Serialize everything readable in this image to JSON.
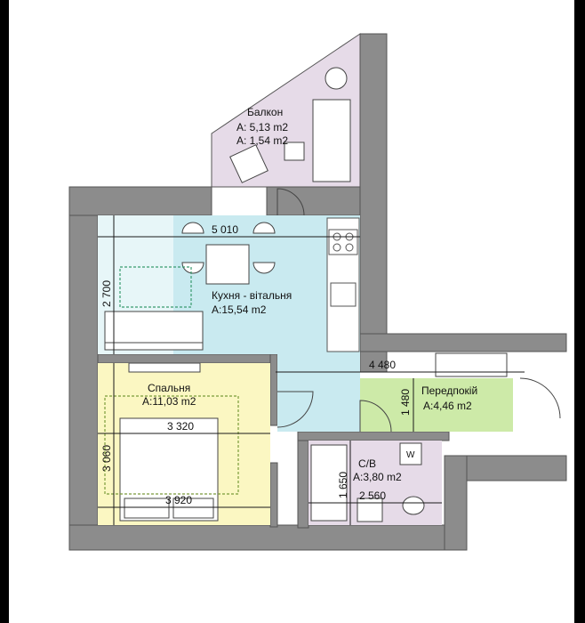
{
  "colors": {
    "wall": "#8c8c8c",
    "wall_stroke": "#555555",
    "balcony": "#e6dbe8",
    "kitchen": "#c9eaf0",
    "bedroom": "#fbf7c2",
    "hall": "#cdeaa8",
    "bath": "#e6dbe8",
    "floor": "#ffffff",
    "dimension_line": "#1a1a1a"
  },
  "rooms": {
    "balcony": {
      "name": "Балкон",
      "area_1": "A: 5,13 m2",
      "area_2": "A: 1,54 m2"
    },
    "kitchen": {
      "name": "Кухня - вітальня",
      "area": "A:15,54 m2"
    },
    "bedroom": {
      "name": "Спальня",
      "area": "A:11,03 m2"
    },
    "hall": {
      "name": "Передпокій",
      "area": "A:4,46 m2"
    },
    "bathroom": {
      "name": "С/В",
      "area": "A:3,80 m2"
    }
  },
  "dimensions": {
    "kitchen_width": "5 010",
    "kitchen_height": "2 700",
    "hall_width": "4 480",
    "hall_height": "1 480",
    "bedroom_inner_width": "3 320",
    "bedroom_width": "3 920",
    "bedroom_height": "3 060",
    "bath_height": "1 650",
    "bath_width": "2 560"
  },
  "appliance_labels": {
    "washing_machine": "W"
  }
}
